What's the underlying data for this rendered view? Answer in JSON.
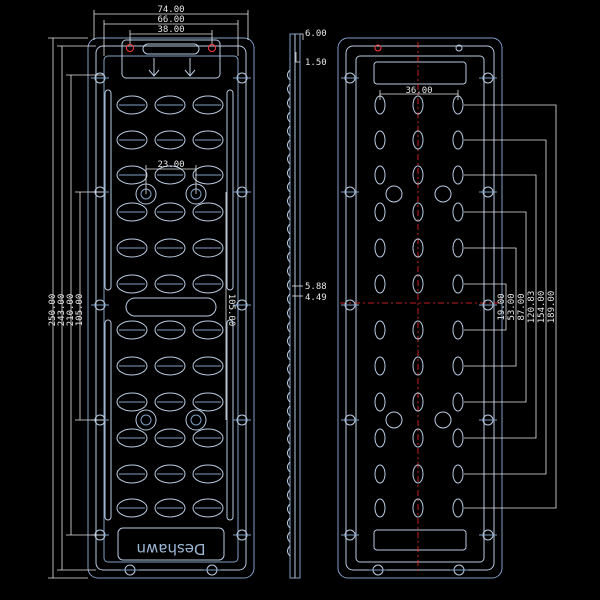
{
  "drawing": {
    "top_width_dims": [
      "74.00",
      "66.00",
      "38.00"
    ],
    "lens_spacing_dim": "23.00",
    "left_height_dims": [
      "250.00",
      "243.00",
      "210.00",
      "105.00"
    ],
    "center_height_dim": "105.00",
    "side_dims": [
      "6.00",
      "1.50",
      "5.88",
      "4.49"
    ],
    "right_top_dim": "36.00",
    "right_stack_dims": [
      "19.00",
      "53.00",
      "87.00",
      "120.83",
      "154.00",
      "189.00"
    ],
    "brand_text": "Deshawn"
  },
  "colors": {
    "outline": "#7f9fc6",
    "dimension": "#e6e6e6",
    "centerline": "#ff2a2a"
  }
}
